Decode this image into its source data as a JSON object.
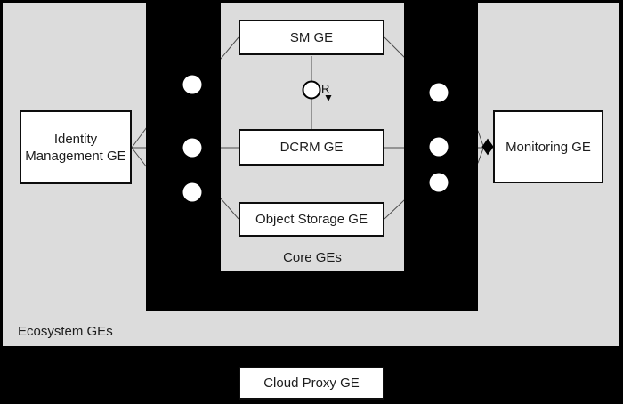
{
  "diagram": {
    "nodes": {
      "sm": {
        "label": "SM GE"
      },
      "dcrm": {
        "label": "DCRM GE"
      },
      "object_storage": {
        "label": "Object Storage GE"
      },
      "identity": {
        "label": "Identity Management GE"
      },
      "monitoring": {
        "label": "Monitoring GE"
      },
      "cloud_proxy": {
        "label": "Cloud Proxy GE"
      }
    },
    "groups": {
      "core": {
        "label": "Core GEs"
      },
      "ecosystem": {
        "label": "Ecosystem GEs"
      }
    },
    "markers": {
      "rest_interface": "R"
    },
    "colors": {
      "background": "#000000",
      "panel_gray": "#dcdcdc",
      "node_fill": "#ffffff",
      "node_border": "#0d0d0d",
      "connector": "#4d4d4d",
      "dot_fill": "#ffffff",
      "diamond_fill": "#000000"
    }
  }
}
